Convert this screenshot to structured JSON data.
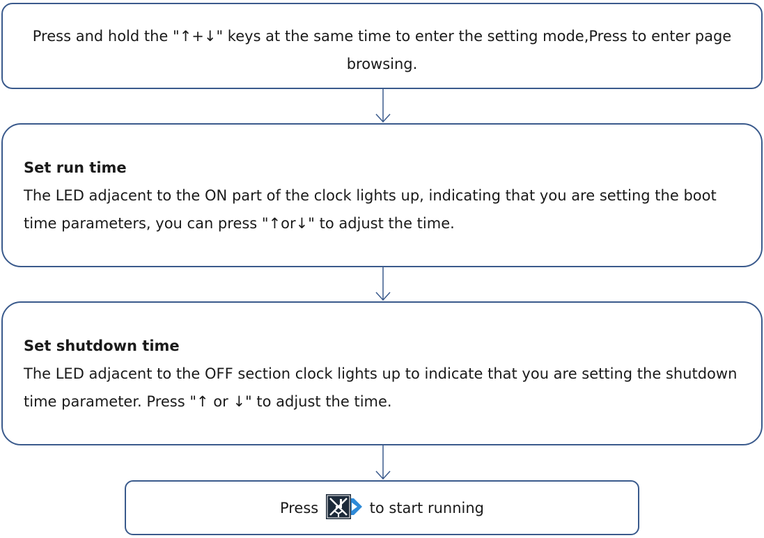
{
  "step1": {
    "text": "Press and hold the \"↑+↓\" keys at the same time to enter the setting mode,Press to enter page browsing."
  },
  "step2": {
    "heading": "Set run time",
    "text": "The LED adjacent to the ON part of the clock lights up, indicating that you are setting the boot time parameters, you can press \"↑or↓\" to adjust the time."
  },
  "step3": {
    "heading": "Set shutdown time",
    "text": "The LED adjacent to the OFF section clock lights up to indicate that you are setting the shutdown time parameter. Press \"↑ or ↓\" to adjust the time."
  },
  "step4": {
    "prefix": "Press",
    "suffix": "to start running",
    "icon": "run-button-icon"
  },
  "colors": {
    "border": "#3a5a8c",
    "icon_dark": "#1c2a3a",
    "icon_accent": "#2e8ad8"
  }
}
